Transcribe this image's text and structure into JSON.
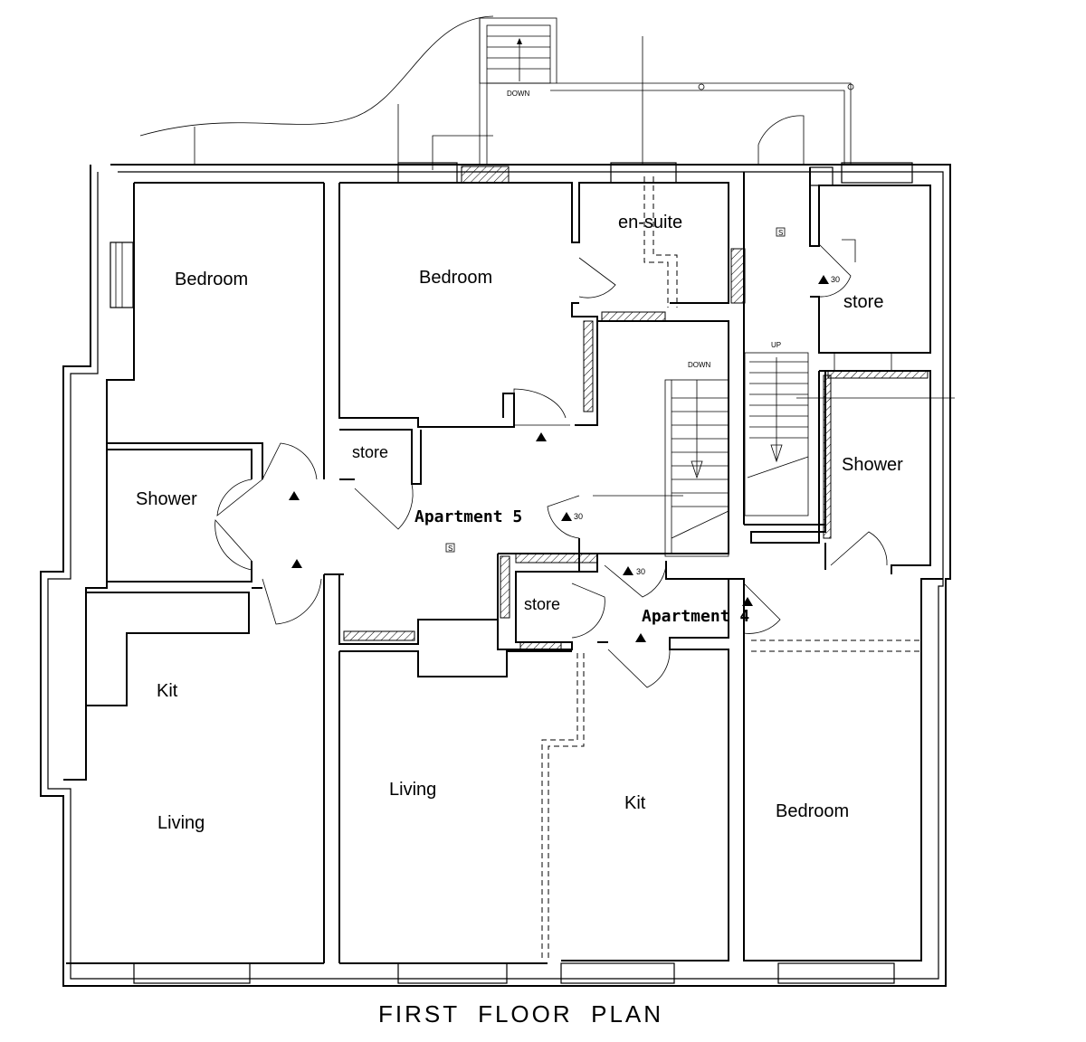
{
  "plan": {
    "title": "FIRST  FLOOR  PLAN",
    "stairs": {
      "down_label": "DOWN",
      "up_label": "UP",
      "top_down_label": "DOWN"
    },
    "markers": {
      "fire_rating": "30",
      "smoke_symbol": "S"
    },
    "apartments": [
      {
        "label": "Apartment 5"
      },
      {
        "label": "Apartment 4"
      }
    ],
    "rooms": [
      {
        "id": "bedroom-west",
        "label": "Bedroom"
      },
      {
        "id": "bedroom-north",
        "label": "Bedroom"
      },
      {
        "id": "en-suite",
        "label": "en-suite"
      },
      {
        "id": "store-ne",
        "label": "store"
      },
      {
        "id": "shower-west",
        "label": "Shower"
      },
      {
        "id": "store-apt5",
        "label": "store"
      },
      {
        "id": "shower-east",
        "label": "Shower"
      },
      {
        "id": "store-center",
        "label": "store"
      },
      {
        "id": "kit-west",
        "label": "Kit"
      },
      {
        "id": "living-west",
        "label": "Living"
      },
      {
        "id": "living-center",
        "label": "Living"
      },
      {
        "id": "kit-center",
        "label": "Kit"
      },
      {
        "id": "bedroom-east",
        "label": "Bedroom"
      }
    ]
  }
}
